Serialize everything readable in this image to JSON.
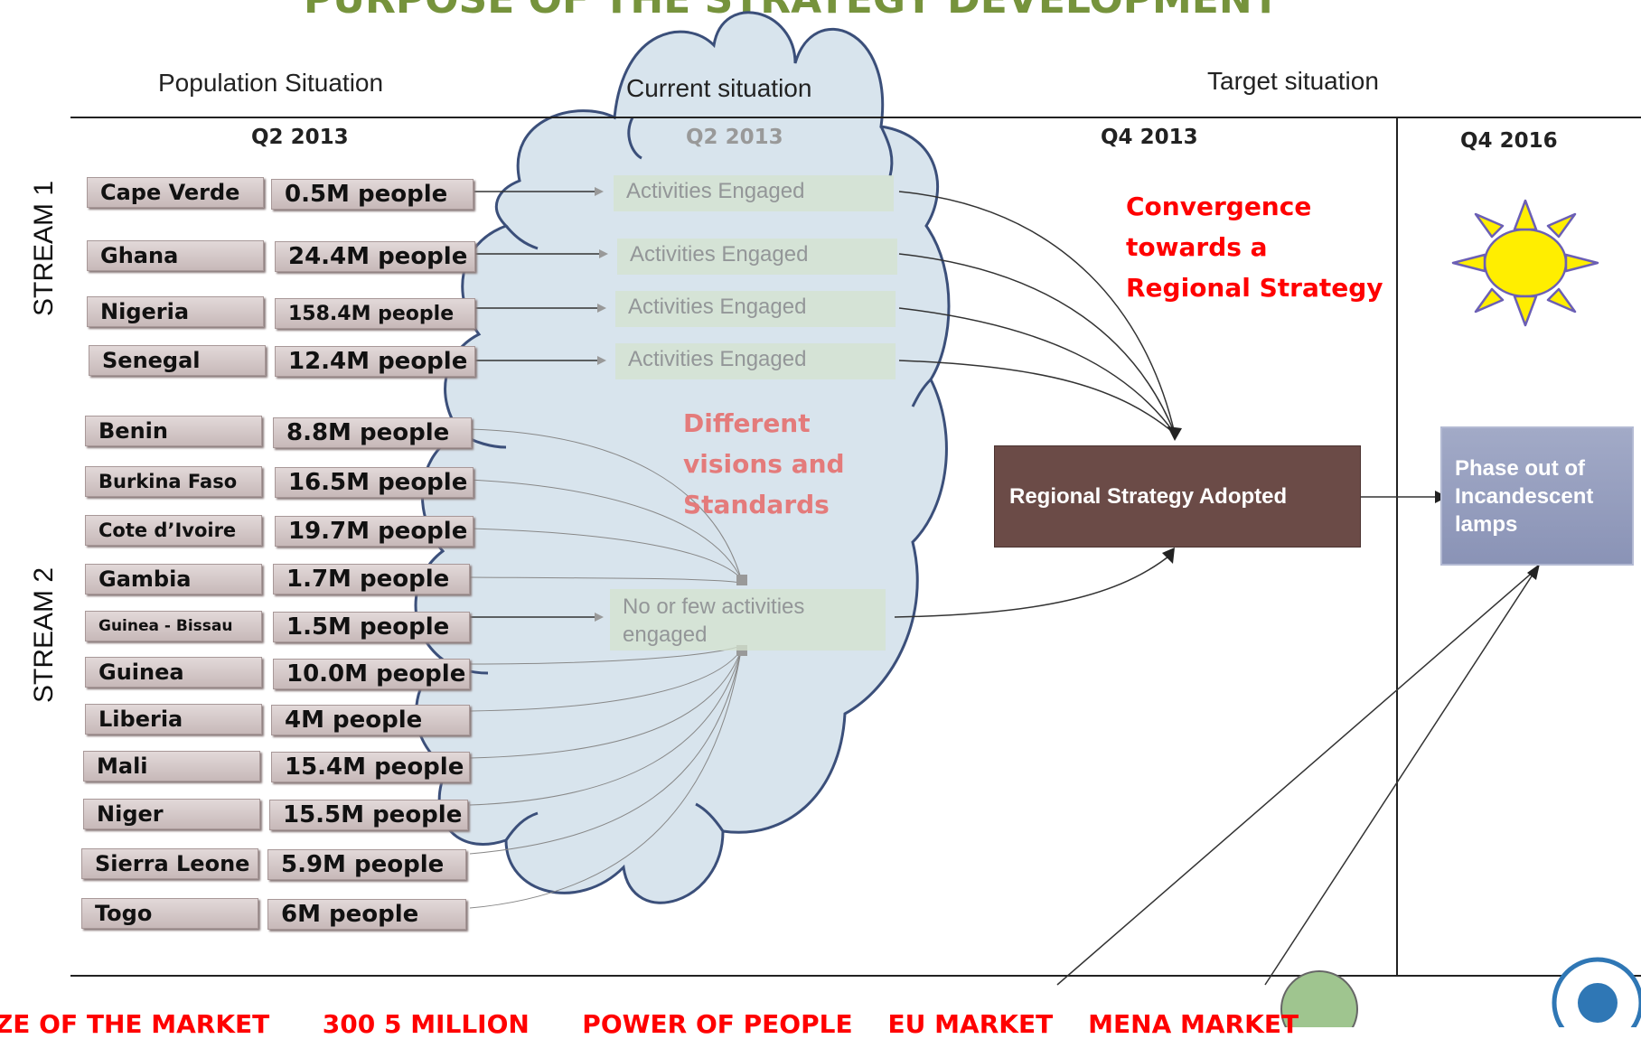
{
  "title": "PURPOSE OF THE STRATEGY DEVELOPMENT",
  "headers": {
    "population": "Population Situation",
    "current": "Current situation",
    "target": "Target situation"
  },
  "quarters": {
    "pop": "Q2 2013",
    "current": "Q2 2013",
    "target1": "Q4 2013",
    "target2": "Q4 2016"
  },
  "streams": {
    "stream1": "STREAM 1",
    "stream2": "STREAM 2"
  },
  "stream1_countries": [
    {
      "name": "Cape Verde",
      "people": "0.5M people"
    },
    {
      "name": "Ghana",
      "people": "24.4M people"
    },
    {
      "name": "Nigeria",
      "people": "158.4M people"
    },
    {
      "name": "Senegal",
      "people": "12.4M people"
    }
  ],
  "stream2_countries": [
    {
      "name": "Benin",
      "people": "8.8M people"
    },
    {
      "name": "Burkina Faso",
      "people": "16.5M people"
    },
    {
      "name": "Cote d’Ivoire",
      "people": "19.7M people"
    },
    {
      "name": "Gambia",
      "people": "1.7M people"
    },
    {
      "name": "Guinea - Bissau",
      "people": "1.5M people"
    },
    {
      "name": "Guinea",
      "people": "10.0M people"
    },
    {
      "name": "Liberia",
      "people": "4M people"
    },
    {
      "name": "Mali",
      "people": "15.4M people"
    },
    {
      "name": "Niger",
      "people": "15.5M people"
    },
    {
      "name": "Sierra Leone",
      "people": "5.9M people"
    },
    {
      "name": "Togo",
      "people": "6M people"
    }
  ],
  "activities": [
    "Activities Engaged",
    "Activities Engaged",
    "Activities Engaged",
    "Activities Engaged"
  ],
  "few_activities": "No or few activities engaged",
  "different_visions": "Different visions and Standards",
  "convergence": "Convergence towards a Regional Strategy",
  "regional_strategy": "Regional Strategy Adopted",
  "phase_out": "Phase out of Incandescent lamps",
  "bottom_text": "ZE OF THE MARKET      300 5 MILLION      POWER OF PEOPLE    EU MARKET    MENA MARKET",
  "colors": {
    "title": "#76933c",
    "red": "#ff0000",
    "strategy_box": "#6b4b47",
    "phase_box": "#8e97b8",
    "sun": "#ffee00",
    "triangles": "#6b5fb5",
    "cloud": "#d8e4ed",
    "cloud_stroke": "#3b4f7a",
    "different": "#e47b7b"
  }
}
